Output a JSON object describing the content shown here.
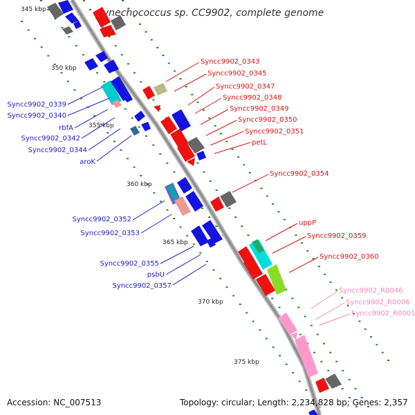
{
  "header": {
    "title": "Synechococcus sp. CC9902, complete genome"
  },
  "footer": {
    "accession": "Accession: NC_007513",
    "summary": "Topology: circular; Length: 2,234,828 bp; Genes: 2,357"
  },
  "scale": {
    "ticks": [
      "345 kbp",
      "350 kbp",
      "355 kbp",
      "360 kbp",
      "365 kbp",
      "370 kbp",
      "375 kbp"
    ]
  },
  "colors": {
    "backbone": "#8c8c8c",
    "left_labels": "#1a1acc",
    "right_labels": "#dd1111",
    "rna_labels": "#ee88bb",
    "tick_dots": "#228822"
  },
  "labels": {
    "left": [
      "Syncc9902_0339",
      "Syncc9902_0340",
      "rbfA",
      "Syncc9902_0342",
      "Syncc9902_0344",
      "aroK",
      "Syncc9902_0352",
      "Syncc9902_0353",
      "Syncc9902_0355",
      "psbU",
      "Syncc9902_0357"
    ],
    "right": [
      "Syncc9902_0343",
      "Syncc9902_0345",
      "Syncc9902_0347",
      "Syncc9902_0348",
      "Syncc9902_0349",
      "Syncc9902_0350",
      "Syncc9902_0351",
      "petL",
      "Syncc9902_0354",
      "uppP",
      "Syncc9902_0359",
      "Syncc9902_0360"
    ],
    "rna": [
      "Syncc9902_R0046",
      "Syncc9902_R0006",
      "Syncc9902_R0001"
    ]
  }
}
